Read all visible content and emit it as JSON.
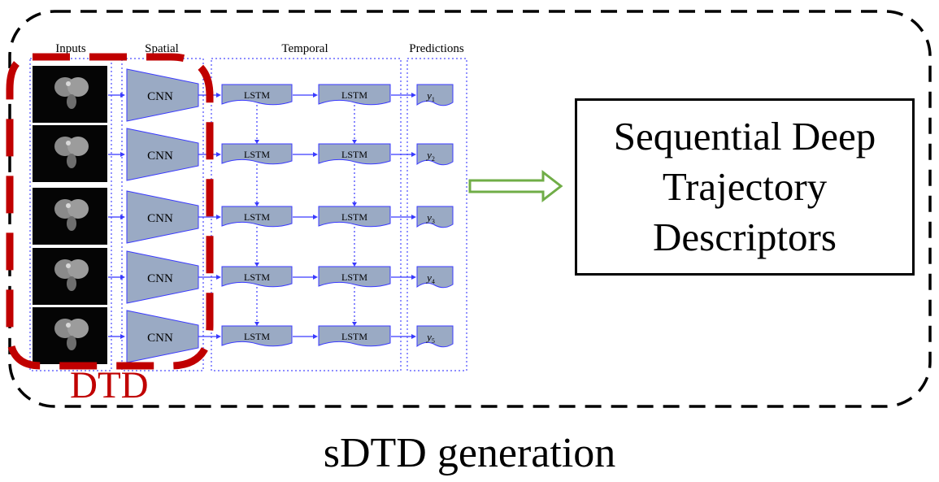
{
  "diagram": {
    "section_headers": {
      "inputs": "Inputs",
      "spatial": "Spatial",
      "temporal": "Temporal",
      "predictions": "Predictions"
    },
    "cnn_label": "CNN",
    "lstm_label": "LSTM",
    "prediction_labels": [
      {
        "base": "y",
        "sub": "1"
      },
      {
        "base": "y",
        "sub": "2"
      },
      {
        "base": "y",
        "sub": "3"
      },
      {
        "base": "y",
        "sub": "4"
      },
      {
        "base": "y",
        "sub": "5"
      }
    ],
    "dtd_label": "DTD",
    "descriptor_box": {
      "line1": "Sequential Deep",
      "line2": "Trajectory",
      "line3": "Descriptors"
    },
    "caption": "sDTD generation",
    "colors": {
      "dtd_red": "#c00000",
      "arrow_green": "#70ad47",
      "flow_blue": "#3a3aff",
      "block_fill": "#9aaac4",
      "outer_dashed": "#000000"
    }
  }
}
